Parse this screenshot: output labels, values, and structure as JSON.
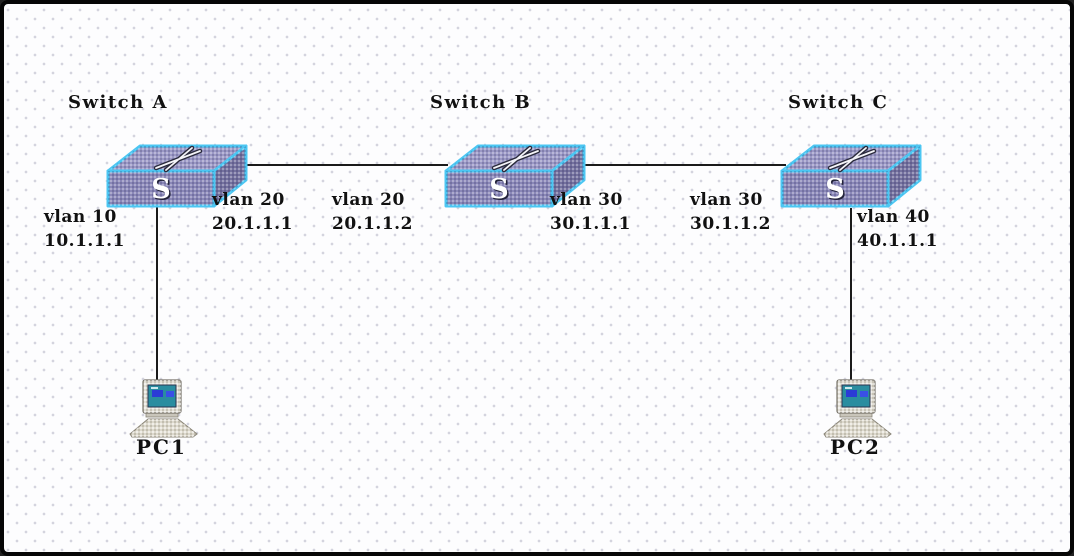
{
  "diagram": {
    "switch": {
      "front_glyph": "S"
    },
    "nodes": {
      "switch_a": {
        "label": "Switch A"
      },
      "switch_b": {
        "label": "Switch B"
      },
      "switch_c": {
        "label": "Switch C"
      },
      "pc1": {
        "label": "PC1"
      },
      "pc2": {
        "label": "PC2"
      }
    },
    "interfaces": {
      "a_left": {
        "vlan": "vlan 10",
        "ip": "10.1.1.1"
      },
      "a_right": {
        "vlan": "vlan 20",
        "ip": "20.1.1.1"
      },
      "b_left": {
        "vlan": "vlan 20",
        "ip": "20.1.1.2"
      },
      "b_right": {
        "vlan": "vlan 30",
        "ip": "30.1.1.1"
      },
      "c_left": {
        "vlan": "vlan 30",
        "ip": "30.1.1.2"
      },
      "c_right": {
        "vlan": "vlan 40",
        "ip": "40.1.1.1"
      }
    },
    "links": [
      {
        "from": "Switch A",
        "to": "Switch B"
      },
      {
        "from": "Switch B",
        "to": "Switch C"
      },
      {
        "from": "Switch A",
        "to": "PC1"
      },
      {
        "from": "Switch C",
        "to": "PC2"
      }
    ],
    "colors": {
      "switch_top": "#9b98c6",
      "switch_front": "#8a87b8",
      "switch_side": "#74719f",
      "switch_outline": "#4cc6f2",
      "pc_screen": "#2a8da0",
      "pc_body": "#ddd9cd",
      "line": "#1a1a1a",
      "background_dot": "#d4d4de",
      "frame_border": "#060606"
    }
  }
}
